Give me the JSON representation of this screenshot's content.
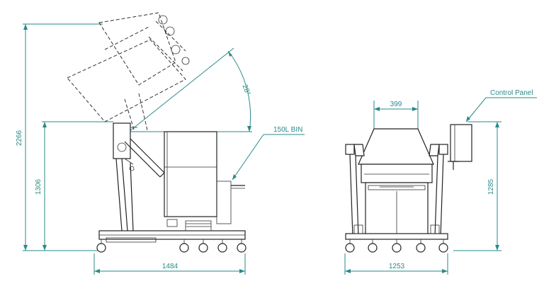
{
  "dimensions": {
    "overall_height": "2266",
    "lift_height": "1306",
    "base_length_side": "1484",
    "tilt_angle": "28°",
    "bin_opening_width": "399",
    "front_height": "1285",
    "base_width_front": "1253"
  },
  "labels": {
    "bin": "150L BIN",
    "control_panel": "Control Panel"
  },
  "colors": {
    "dimension_lines": "#2a8a8a",
    "outline": "#222222",
    "background": "#ffffff"
  }
}
